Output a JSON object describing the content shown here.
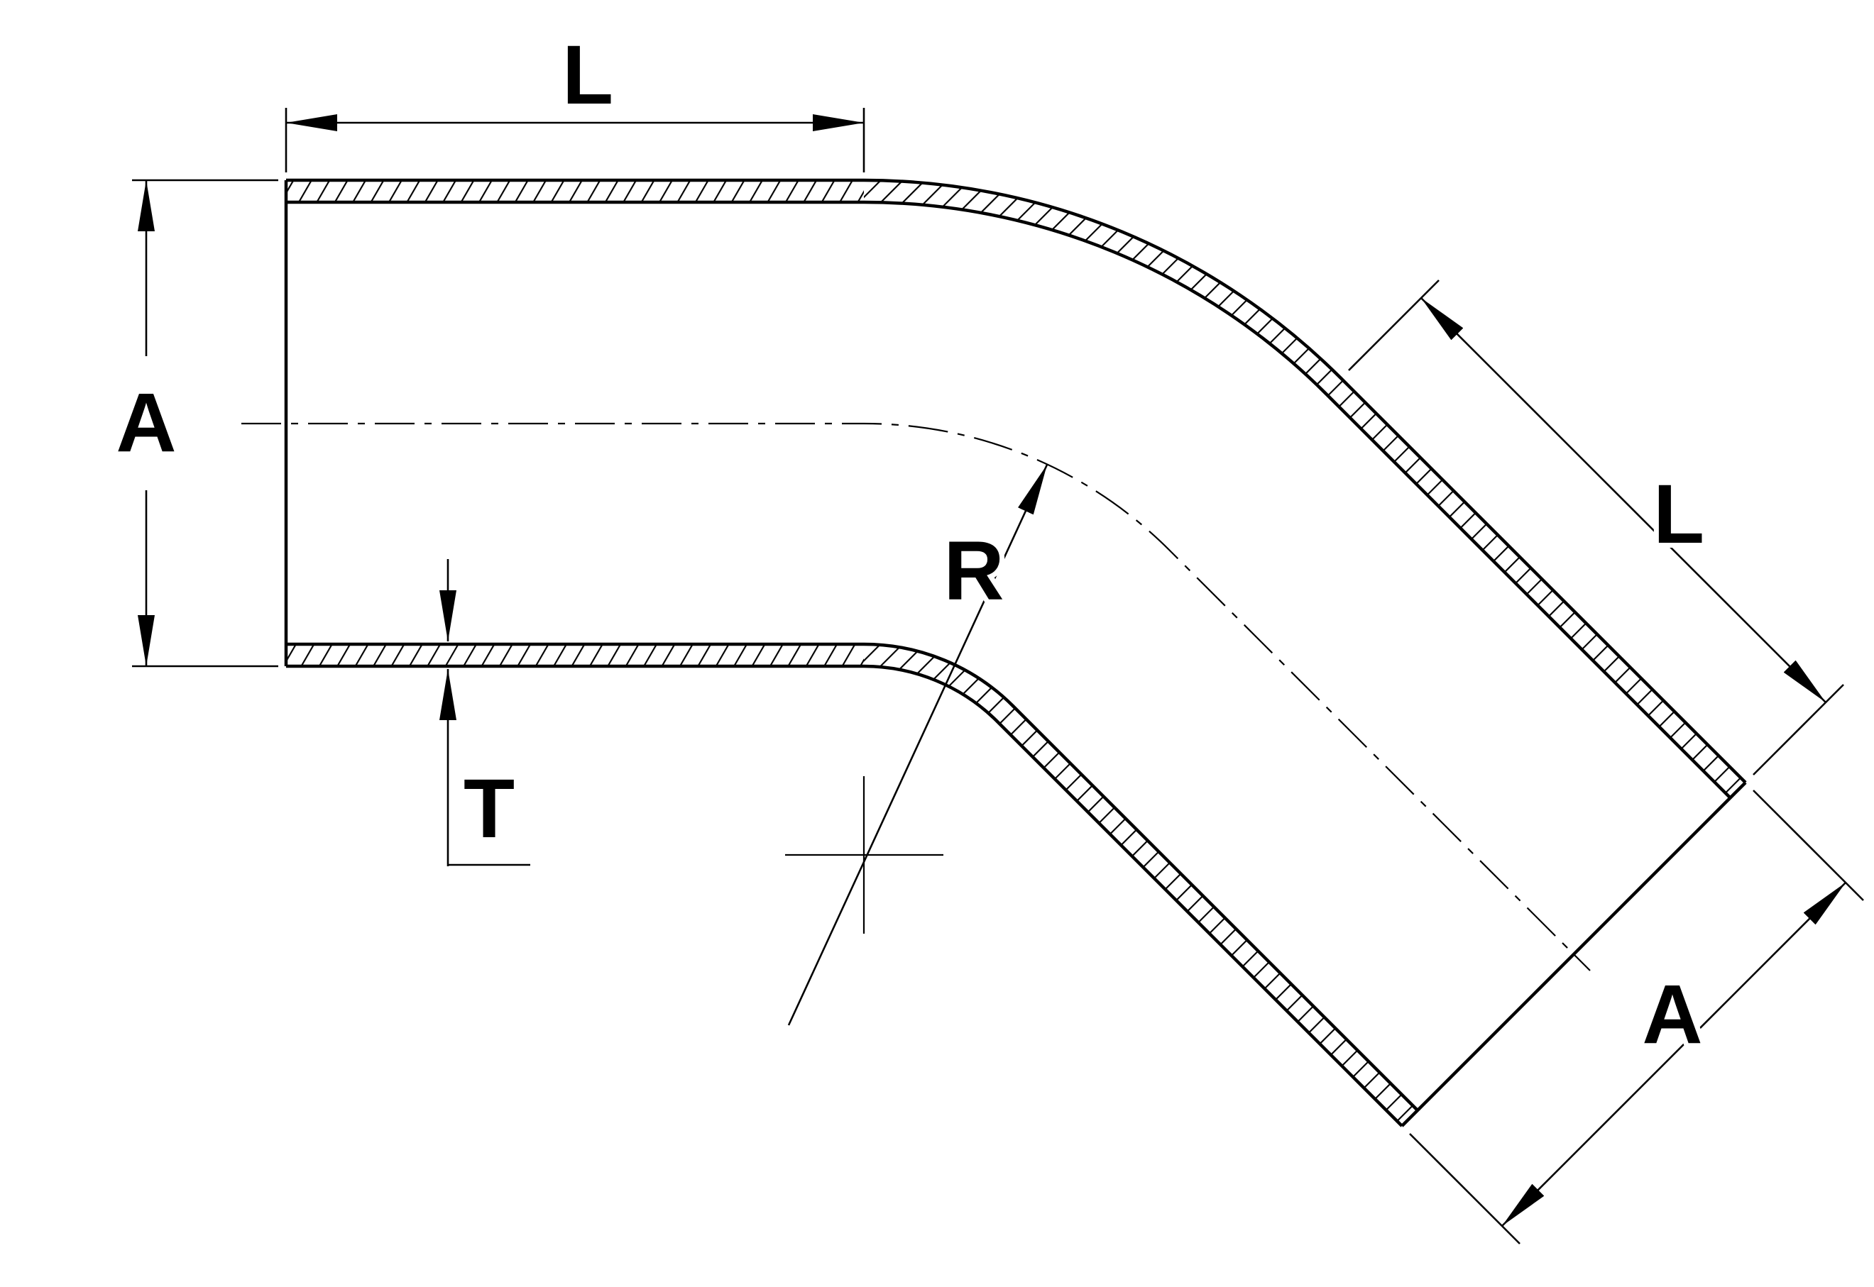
{
  "drawing": {
    "background_color": "#ffffff",
    "line_color": "#000000",
    "labels": {
      "inlet_length": "L",
      "inlet_diameter": "A",
      "wall_thickness": "T",
      "bend_radius": "R",
      "outlet_length": "L",
      "outlet_diameter": "A"
    }
  }
}
